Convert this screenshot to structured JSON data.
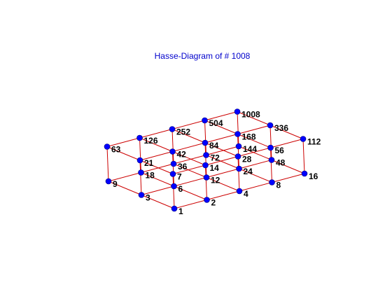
{
  "title": "Hasse-Diagram of # 1008",
  "colors": {
    "title": "#0000cc",
    "edge": "#cc0000",
    "node": "#0000ff",
    "label": "#000000",
    "background": "#ffffff"
  },
  "nodes": [
    {
      "label": "1"
    },
    {
      "label": "2"
    },
    {
      "label": "4"
    },
    {
      "label": "8"
    },
    {
      "label": "16"
    },
    {
      "label": "3"
    },
    {
      "label": "6"
    },
    {
      "label": "12"
    },
    {
      "label": "24"
    },
    {
      "label": "48"
    },
    {
      "label": "9"
    },
    {
      "label": "18"
    },
    {
      "label": "36"
    },
    {
      "label": "72"
    },
    {
      "label": "144"
    },
    {
      "label": "7"
    },
    {
      "label": "14"
    },
    {
      "label": "28"
    },
    {
      "label": "56"
    },
    {
      "label": "112"
    },
    {
      "label": "21"
    },
    {
      "label": "42"
    },
    {
      "label": "84"
    },
    {
      "label": "168"
    },
    {
      "label": "336"
    },
    {
      "label": "63"
    },
    {
      "label": "126"
    },
    {
      "label": "252"
    },
    {
      "label": "504"
    },
    {
      "label": "1008"
    }
  ]
}
